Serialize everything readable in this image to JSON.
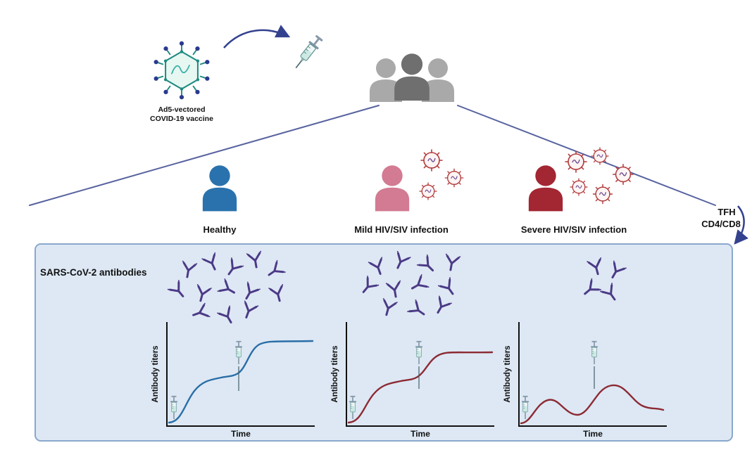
{
  "vaccine": {
    "line1": "Ad5-vectored",
    "line2": "COVID-19 vaccine"
  },
  "cohorts": {
    "healthy": "Healthy",
    "mild": "Mild HIV/SIV infection",
    "severe": "Severe HIV/SIV infection"
  },
  "tfh": {
    "line1": "TFH",
    "line2": "CD4/CD8"
  },
  "panel": {
    "title": "SARS-CoV-2 antibodies"
  },
  "axes": {
    "ylabel": "Antibody titers",
    "xlabel": "Time"
  },
  "colors": {
    "healthy_person": "#2a72ad",
    "mild_person": "#d27b93",
    "severe_person": "#a32633",
    "curve_healthy": "#2a6ea6",
    "curve_infected": "#8c2a33",
    "arrow": "#33418f",
    "panel_bg": "#dde8f4",
    "panel_border": "#8aa8cc",
    "antibody": "#4c3a86",
    "virus_spike_tip": "#2b3a8f",
    "virus_body": "#1f8a7f",
    "hiv_particle": "#b23b3b"
  },
  "chart_data": [
    {
      "id": "healthy",
      "type": "line",
      "title": "Healthy",
      "xlabel": "Time",
      "ylabel": "Antibody titers",
      "x": [
        0,
        1,
        2,
        3,
        4,
        5,
        6,
        7,
        8,
        9,
        10
      ],
      "y": [
        0,
        5,
        30,
        55,
        58,
        60,
        62,
        85,
        95,
        96,
        96
      ],
      "doses_x": [
        0.5,
        5
      ],
      "color": "#2a6ea6",
      "description": "Strong two-step sigmoid rise after prime and boost doses, high sustained plateau"
    },
    {
      "id": "mild",
      "type": "line",
      "title": "Mild HIV/SIV infection",
      "xlabel": "Time",
      "ylabel": "Antibody titers",
      "x": [
        0,
        1,
        2,
        3,
        4,
        5,
        6,
        7,
        8,
        9,
        10
      ],
      "y": [
        0,
        5,
        26,
        48,
        52,
        54,
        56,
        74,
        84,
        85,
        85
      ],
      "doses_x": [
        0.5,
        5
      ],
      "color": "#8c2a33",
      "description": "Two-step rise after prime and boost, slightly lower plateau than healthy"
    },
    {
      "id": "severe",
      "type": "line",
      "title": "Severe HIV/SIV infection",
      "xlabel": "Time",
      "ylabel": "Antibody titers",
      "x": [
        0,
        1,
        2,
        3,
        4,
        5,
        6,
        7,
        8,
        9,
        10
      ],
      "y": [
        0,
        4,
        16,
        22,
        12,
        8,
        10,
        26,
        36,
        30,
        18
      ],
      "doses_x": [
        0.5,
        5
      ],
      "color": "#8c2a33",
      "description": "Low transient antibody bumps after each dose, waning titers"
    }
  ]
}
